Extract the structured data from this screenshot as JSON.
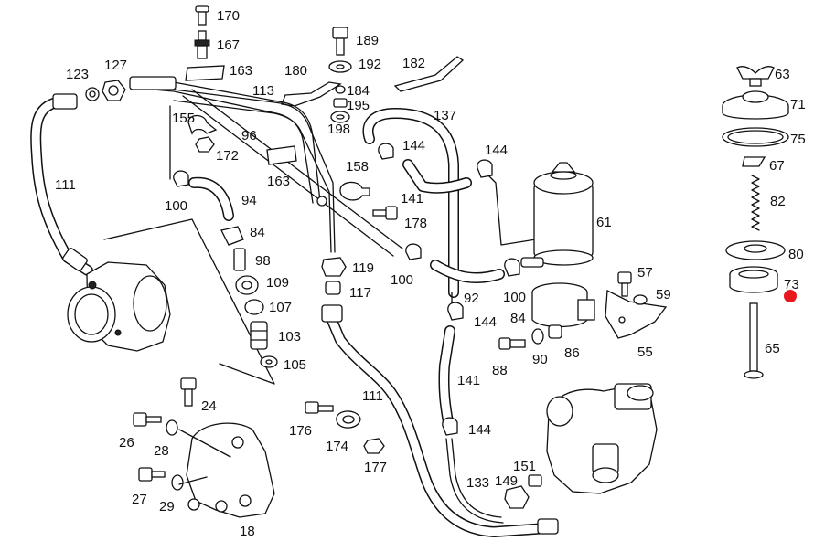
{
  "marker_color": "#e8191c",
  "callouts": {
    "p170": "170",
    "p167": "167",
    "p163a": "163",
    "p180": "180",
    "p113": "113",
    "p189": "189",
    "p192": "192",
    "p184": "184",
    "p195": "195",
    "p198": "198",
    "p182": "182",
    "p137": "137",
    "p144a": "144",
    "p144b": "144",
    "p123": "123",
    "p127": "127",
    "p155": "155",
    "p96": "96",
    "p172": "172",
    "p163b": "163",
    "p158": "158",
    "p141a": "141",
    "p178": "178",
    "p61": "61",
    "p111a": "111",
    "p100a": "100",
    "p94": "94",
    "p84a": "84",
    "p98": "98",
    "p109": "109",
    "p107": "107",
    "p103": "103",
    "p105": "105",
    "p119": "119",
    "p117": "117",
    "p100b": "100",
    "p92": "92",
    "p100c": "100",
    "p144c": "144",
    "p84b": "84",
    "p88": "88",
    "p90": "90",
    "p86": "86",
    "p57": "57",
    "p59": "59",
    "p55": "55",
    "p141b": "141",
    "p144d": "144",
    "p111b": "111",
    "p176": "176",
    "p174": "174",
    "p177": "177",
    "p24": "24",
    "p26": "26",
    "p28": "28",
    "p27": "27",
    "p29": "29",
    "p18": "18",
    "p133": "133",
    "p149": "149",
    "p151": "151",
    "p63": "63",
    "p71": "71",
    "p75": "75",
    "p67": "67",
    "p82": "82",
    "p80": "80",
    "p73": "73",
    "p65": "65"
  }
}
